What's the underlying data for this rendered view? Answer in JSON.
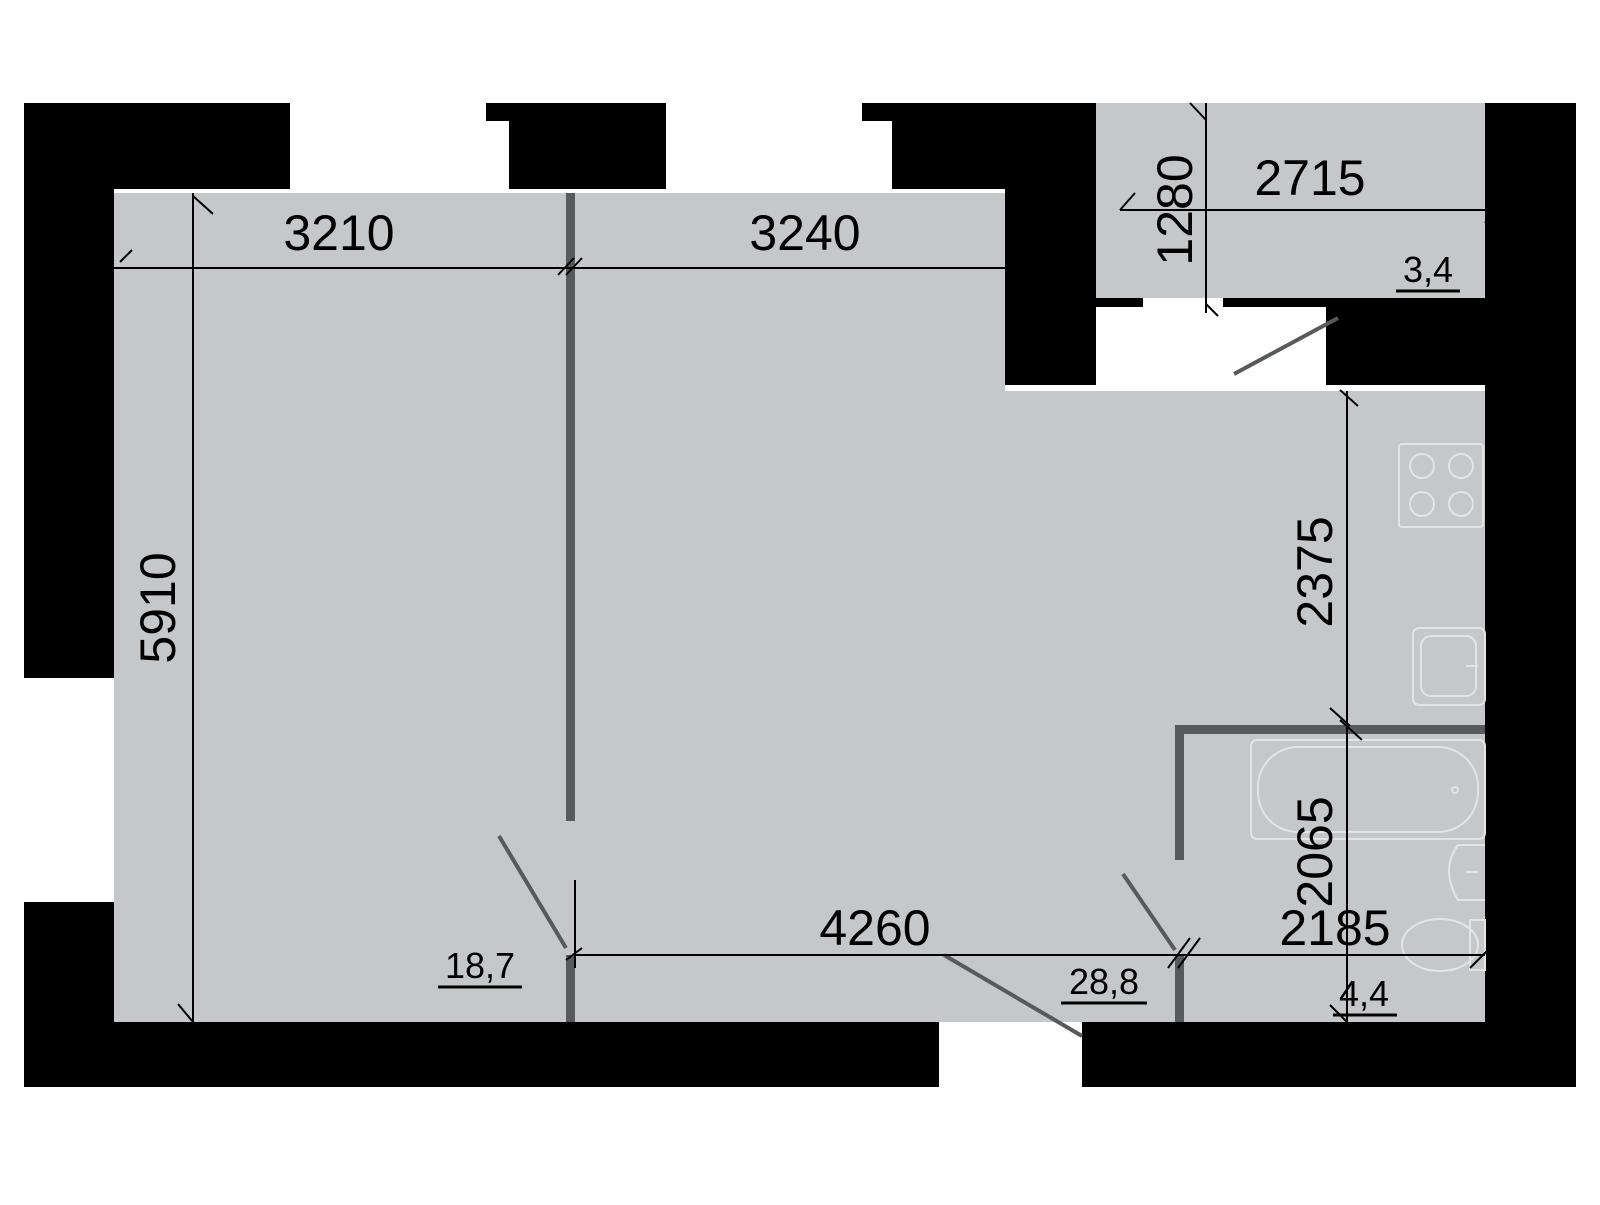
{
  "colors": {
    "wall": "#000000",
    "floor": "#c6c7c9",
    "partition": "#58595b",
    "fixture_line": "#e4e4e4",
    "dimension_line": "#000000",
    "background": "#ffffff"
  },
  "dimensions": {
    "width_left_room": "3210",
    "width_main_room": "3240",
    "height_left_room": "5910",
    "balcony_width": "2715",
    "balcony_depth": "1280",
    "kitchen_depth": "2375",
    "bathroom_depth": "2065",
    "hall_width": "4260",
    "bathroom_width": "2185"
  },
  "areas": {
    "left_room": "18,7",
    "main_room": "28,8",
    "balcony": "3,4",
    "bathroom": "4,4"
  },
  "icons": {
    "stove": "stove-icon",
    "sink": "sink-icon",
    "bathtub": "bathtub-icon",
    "washbasin": "washbasin-icon",
    "toilet": "toilet-icon"
  }
}
